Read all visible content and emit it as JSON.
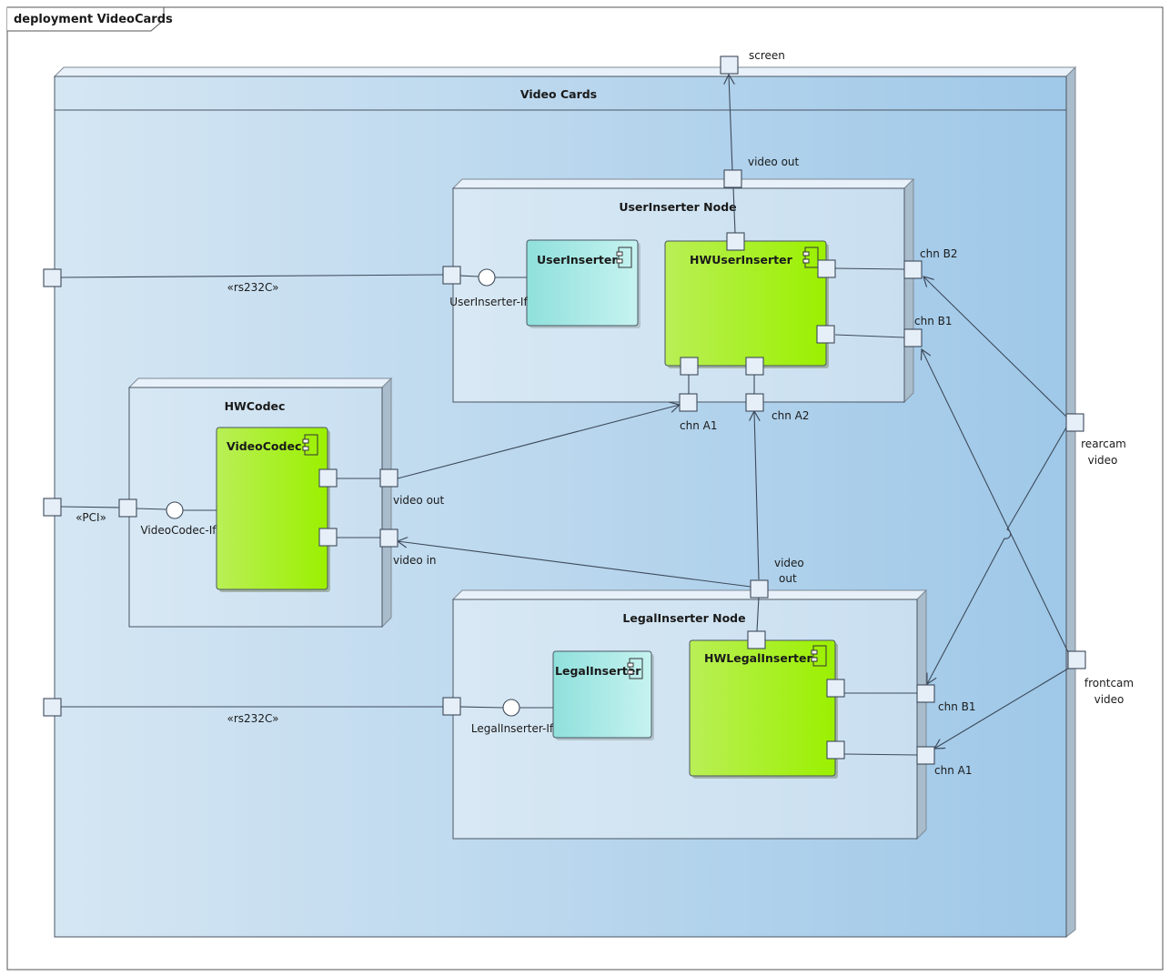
{
  "frame": {
    "title": "deployment VideoCards"
  },
  "nodes": {
    "video_cards": {
      "title": "Video Cards"
    },
    "user_inserter_node": {
      "title": "UserInserter Node"
    },
    "hwcodec": {
      "title": "HWCodec"
    },
    "legal_inserter_node": {
      "title": "LegalInserter Node"
    }
  },
  "components": {
    "user_inserter": {
      "title": "UserInserter"
    },
    "hw_user_inserter": {
      "title": "HWUserInserter"
    },
    "video_codec": {
      "title": "VideoCodec"
    },
    "legal_inserter": {
      "title": "LegalInserter"
    },
    "hw_legal_inserter": {
      "title": "HWLegalInserter"
    }
  },
  "ports": {
    "screen": "screen",
    "ui_video_out": "video out",
    "ui_chn_b2": "chn B2",
    "ui_chn_b1": "chn B1",
    "ui_chn_a1": "chn A1",
    "ui_chn_a2": "chn A2",
    "codec_video_out": "video out",
    "codec_video_in": "video in",
    "li_video_out_1": "video",
    "li_video_out_2": "out",
    "li_chn_b1": "chn B1",
    "li_chn_a1": "chn A1",
    "rearcam_1": "rearcam",
    "rearcam_2": "video",
    "frontcam_1": "frontcam",
    "frontcam_2": "video"
  },
  "interfaces": {
    "user_inserter_if": "UserInserter-If",
    "video_codec_if": "VideoCodec-If",
    "legal_inserter_if": "LegalInserter-If"
  },
  "stereotypes": {
    "rs232c_top": "«rs232C»",
    "pci": "«PCI»",
    "rs232c_bottom": "«rs232C»"
  },
  "colors": {
    "node_fill": "#cfe2f1",
    "node_dark": "#a5c9e6",
    "component_green": "#a8f21a",
    "component_cyan": "#a8ebe6",
    "port_fill": "#e6eef8",
    "line": "#3d4a5a"
  }
}
